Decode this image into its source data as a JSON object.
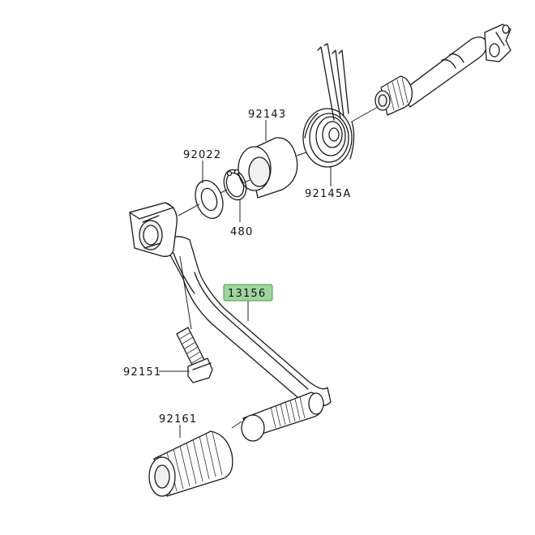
{
  "colors": {
    "highlight_fill": "#9fd49f",
    "highlight_stroke": "#4d9a4d",
    "line": "#1a1a1a"
  },
  "parts": {
    "spring_92145A": "92145A",
    "collar_92143": "92143",
    "washer_92022": "92022",
    "circlip_480": "480",
    "pedal_13156": "13156",
    "bolt_92151": "92151",
    "rubber_92161": "92161"
  }
}
